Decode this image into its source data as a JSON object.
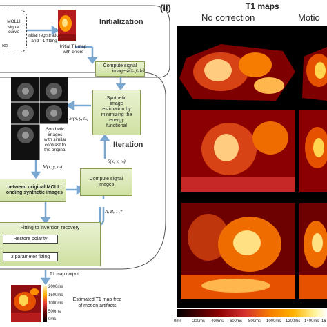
{
  "left": {
    "molli_label": "MOLLI\nsignal\ncurve",
    "molli_sub": "000",
    "init_reg_label": "Initial registration\nand T1 fitting",
    "initial_map_label": "Initial T1 map\nwith errors",
    "initialization_title": "Initialization",
    "compute_signal_1": "Compute signal\nimages",
    "s_eq_1": "S(x, y, tₙ)",
    "synthetic_est": "Synthetic\nimage\nestimation by\nminimizing the\nenergy\nfunctional",
    "m_eq_1": "M(x, y, tₙ)",
    "synthetic_images_label": "Synthetic\nimages\nwith similar\ncontrast to\nthe original",
    "iteration_title": "Iteration",
    "s_eq_2": "S(x, y, tₙ)",
    "m_eq_2": "M(x, y, tₙ)",
    "compute_signal_2": "Compute signal\nimages",
    "abt_eq": "A, B, T₁*",
    "between_label": "between original MOLLI\nonding synthetic images",
    "fitting_label": "Fitting to inversion recovery",
    "restore_label": "Restore polarity",
    "param_label": "3 parameter fitting",
    "output_label": "T1 map output",
    "final_label": "Estimated T1 map free\nof motion artifacts",
    "colorbar_ticks": [
      "2000ms",
      "1500ms",
      "1000ms",
      "500ms",
      "0ms"
    ]
  },
  "right": {
    "panel_label": "(ii)",
    "title": "T1 maps",
    "col1": "No correction",
    "col2": "Motio",
    "colorbar_ticks": [
      "0ms",
      "200ms",
      "400ms",
      "600ms",
      "800ms",
      "1000ms",
      "1200ms",
      "1400ms",
      "16"
    ]
  }
}
